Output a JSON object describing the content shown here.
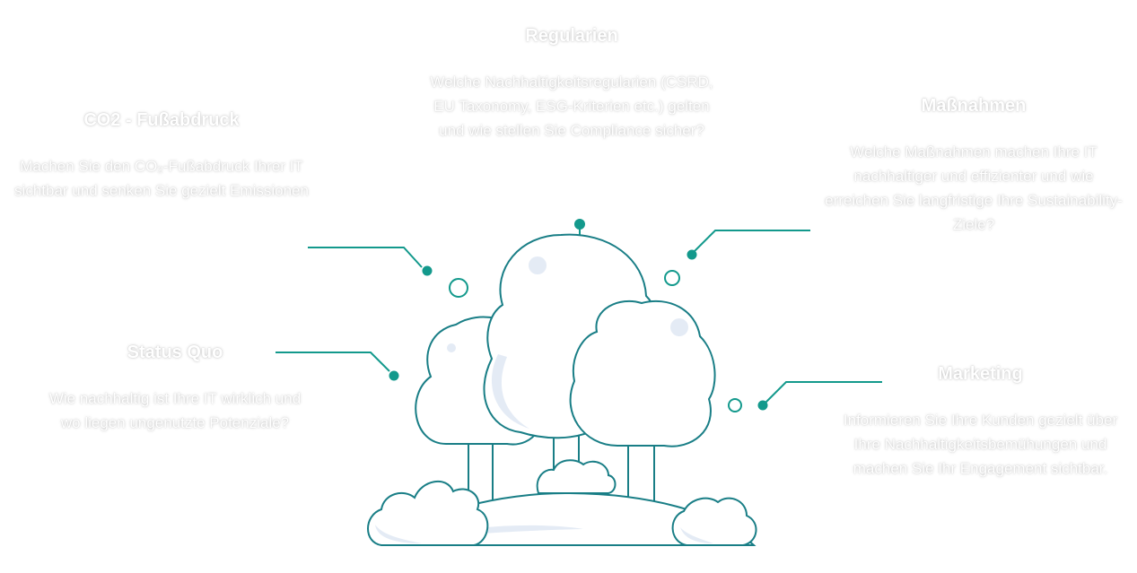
{
  "colors": {
    "teal": "#13998c",
    "outline": "#197e86",
    "cloud_fill": "#ffffff",
    "cloud_shade": "#e4ebf5",
    "text": "#ffffff"
  },
  "topics": {
    "regularien": {
      "title": "Regularien",
      "description": "Welche Nachhaltigkeitsregularien (CSRD, EU Taxonomy, ESG-Kriterien etc.) gelten und wie stellen Sie Compliance sicher?"
    },
    "co2": {
      "title": "CO2 - Fußabdruck",
      "description": "Machen Sie den CO₂-Fußabdruck Ihrer IT sichtbar und senken Sie gezielt Emissionen"
    },
    "massnahmen": {
      "title": "Maßnahmen",
      "description": "Welche Maßnahmen machen Ihre IT nachhaltiger und effizienter und wie erreichen Sie langfristige Ihre Sustainability-Ziele?"
    },
    "status_quo": {
      "title": "Status Quo",
      "description": "Wie nachhaltig ist Ihre IT wirklich und wo liegen ungenutzte Potenziale?"
    },
    "marketing": {
      "title": "Marketing",
      "description": "Informieren Sie Ihre Kunden gezielt über Ihre Nachhaltigkeitsbemühungen und machen Sie Ihr Engagement sichtbar."
    }
  }
}
